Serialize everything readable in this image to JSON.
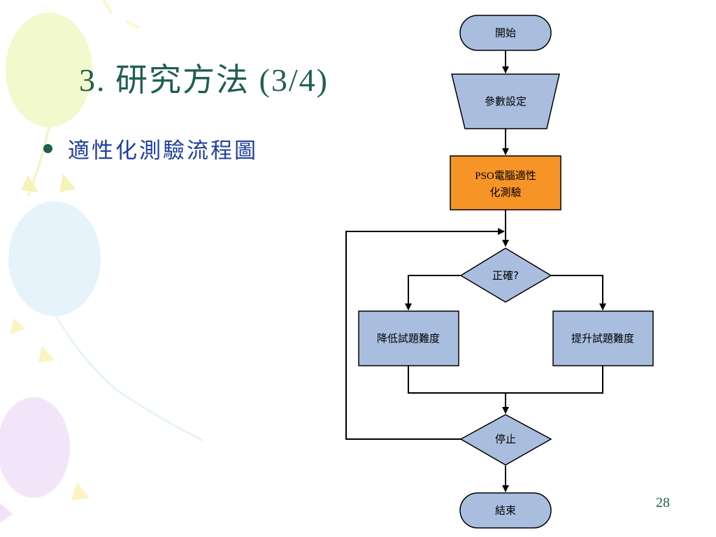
{
  "slide": {
    "title": "3. 研究方法 (3/4)",
    "bullet": "適性化測驗流程圖",
    "page_number": "28"
  },
  "flowchart": {
    "start": "開始",
    "params": "參數設定",
    "pso_line1": "PSO電腦適性",
    "pso_line2": "化測驗",
    "correct": "正確?",
    "lower": "降低試題難度",
    "raise": "提升試題難度",
    "stop": "停止",
    "end": "結束"
  },
  "colors": {
    "node_fill": "#a9bedf",
    "pso_fill": "#f79428",
    "title_color": "#1f5f52",
    "bullet_color": "#1f3f9f"
  }
}
